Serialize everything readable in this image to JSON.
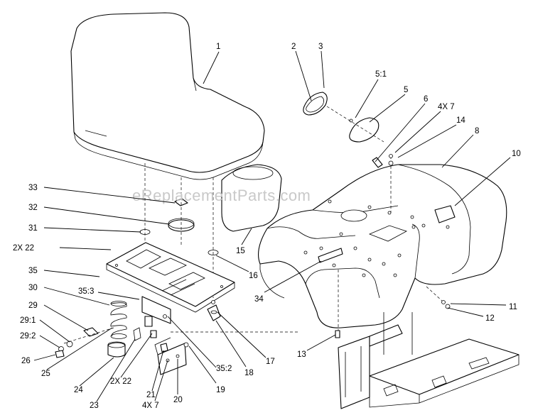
{
  "watermark": "eReplacementParts.com",
  "callouts": [
    {
      "id": "c1",
      "text": "1"
    },
    {
      "id": "c2",
      "text": "2"
    },
    {
      "id": "c3",
      "text": "3"
    },
    {
      "id": "c51",
      "text": "5:1"
    },
    {
      "id": "c5",
      "text": "5"
    },
    {
      "id": "c6",
      "text": "6"
    },
    {
      "id": "c4x7a",
      "text": "4X 7"
    },
    {
      "id": "c14",
      "text": "14"
    },
    {
      "id": "c8",
      "text": "8"
    },
    {
      "id": "c10",
      "text": "10"
    },
    {
      "id": "c33",
      "text": "33"
    },
    {
      "id": "c32",
      "text": "32"
    },
    {
      "id": "c31",
      "text": "31"
    },
    {
      "id": "c2x22a",
      "text": "2X 22"
    },
    {
      "id": "c35",
      "text": "35"
    },
    {
      "id": "c30",
      "text": "30"
    },
    {
      "id": "c353",
      "text": "35:3"
    },
    {
      "id": "c29",
      "text": "29"
    },
    {
      "id": "c291",
      "text": "29:1"
    },
    {
      "id": "c292",
      "text": "29:2"
    },
    {
      "id": "c26",
      "text": "26"
    },
    {
      "id": "c25",
      "text": "25"
    },
    {
      "id": "c24",
      "text": "24"
    },
    {
      "id": "c23",
      "text": "23"
    },
    {
      "id": "c2x22b",
      "text": "2X 22"
    },
    {
      "id": "c21",
      "text": "21"
    },
    {
      "id": "c4x7b",
      "text": "4X 7"
    },
    {
      "id": "c20",
      "text": "20"
    },
    {
      "id": "c19",
      "text": "19"
    },
    {
      "id": "c352",
      "text": "35:2"
    },
    {
      "id": "c18",
      "text": "18"
    },
    {
      "id": "c17",
      "text": "17"
    },
    {
      "id": "c16",
      "text": "16"
    },
    {
      "id": "c15",
      "text": "15"
    },
    {
      "id": "c34",
      "text": "34"
    },
    {
      "id": "c13",
      "text": "13"
    },
    {
      "id": "c11",
      "text": "11"
    },
    {
      "id": "c12",
      "text": "12"
    }
  ]
}
